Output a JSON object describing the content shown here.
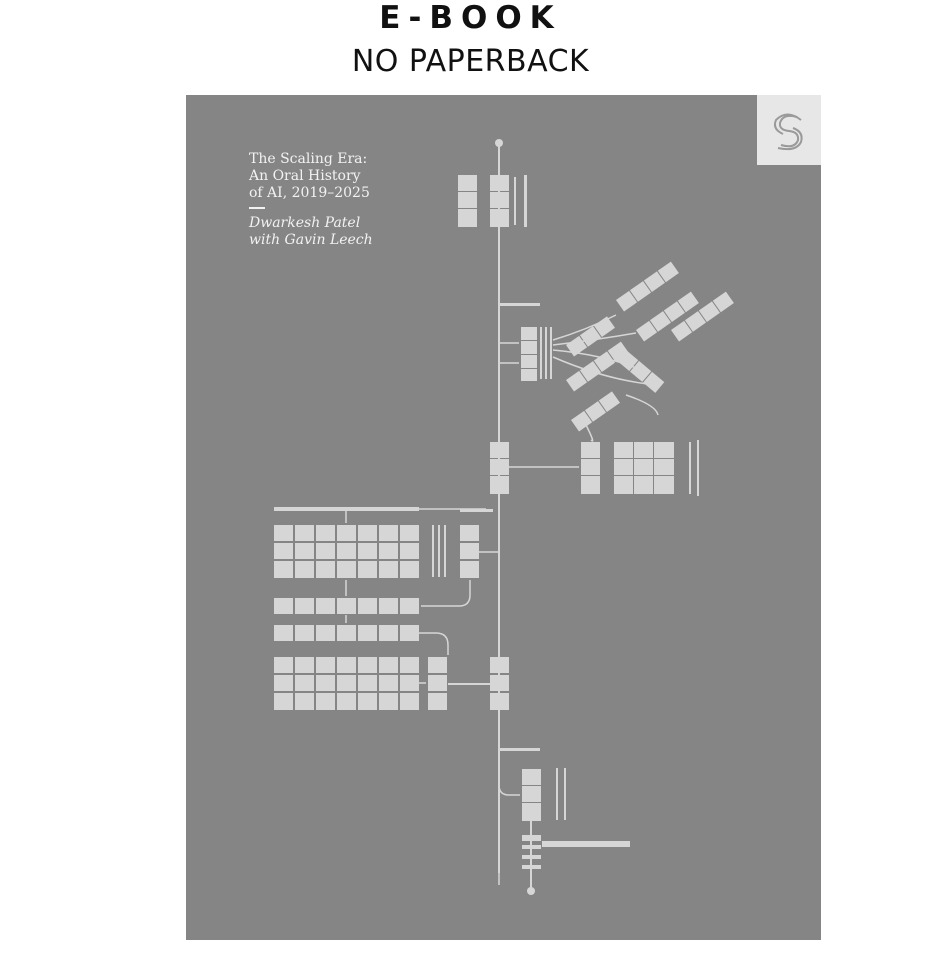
{
  "header": {
    "format_label": "E-BOOK",
    "availability_note": "NO PAPERBACK"
  },
  "cover": {
    "title_lines": [
      "The Scaling Era:",
      "An Oral History",
      "of AI, 2019–2025"
    ],
    "authors": [
      "Dwarkesh Patel",
      "with Gavin Leech"
    ],
    "publisher_logo_icon": "stripe-press-logo-icon",
    "background_color": "#858585",
    "diagram_color": "#d6d6d6"
  }
}
